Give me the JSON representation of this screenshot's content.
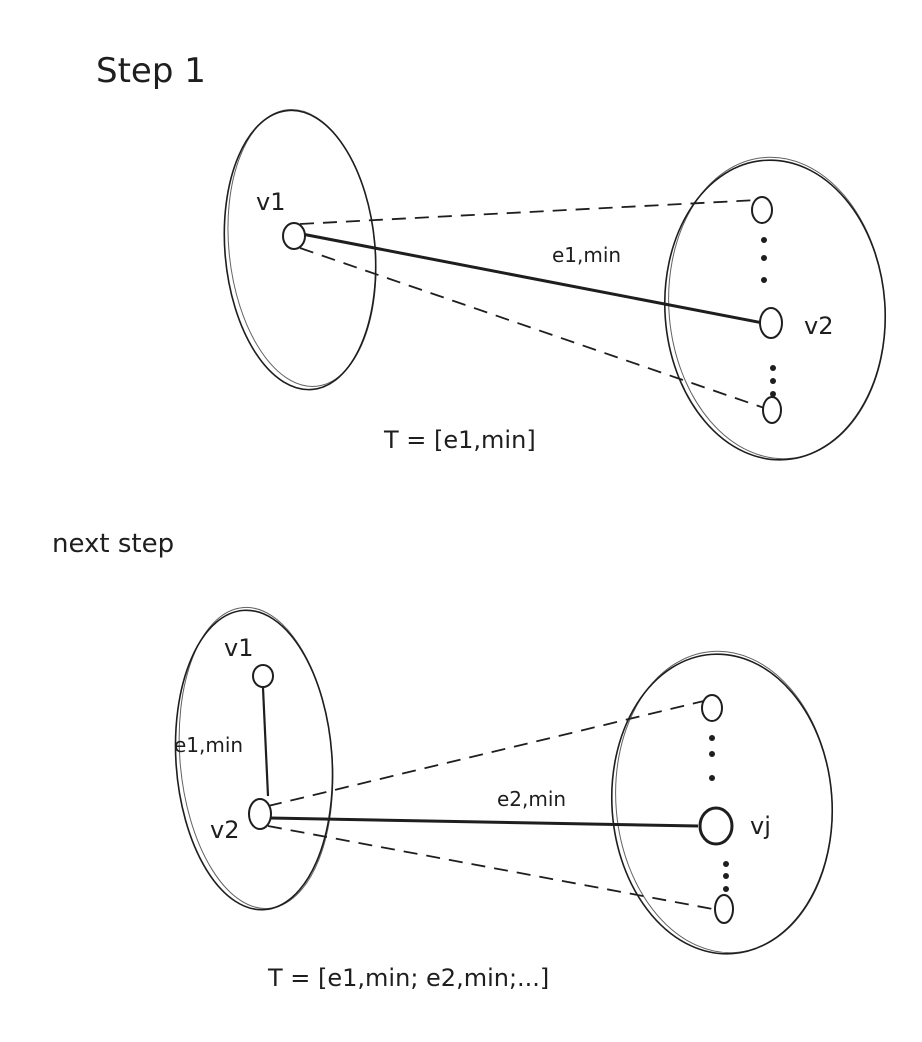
{
  "step1": {
    "title": "Step 1",
    "left_vertex": "v1",
    "right_vertex": "v2",
    "edge_label": "e1,min",
    "tree": "T = [e1,min]"
  },
  "step2": {
    "title": "next step",
    "top_vertex": "v1",
    "bottom_vertex": "v2",
    "inner_edge_label": "e1,min",
    "edge_label": "e2,min",
    "right_vertex": "vj",
    "tree": "T = [e1,min; e2,min;...]"
  }
}
